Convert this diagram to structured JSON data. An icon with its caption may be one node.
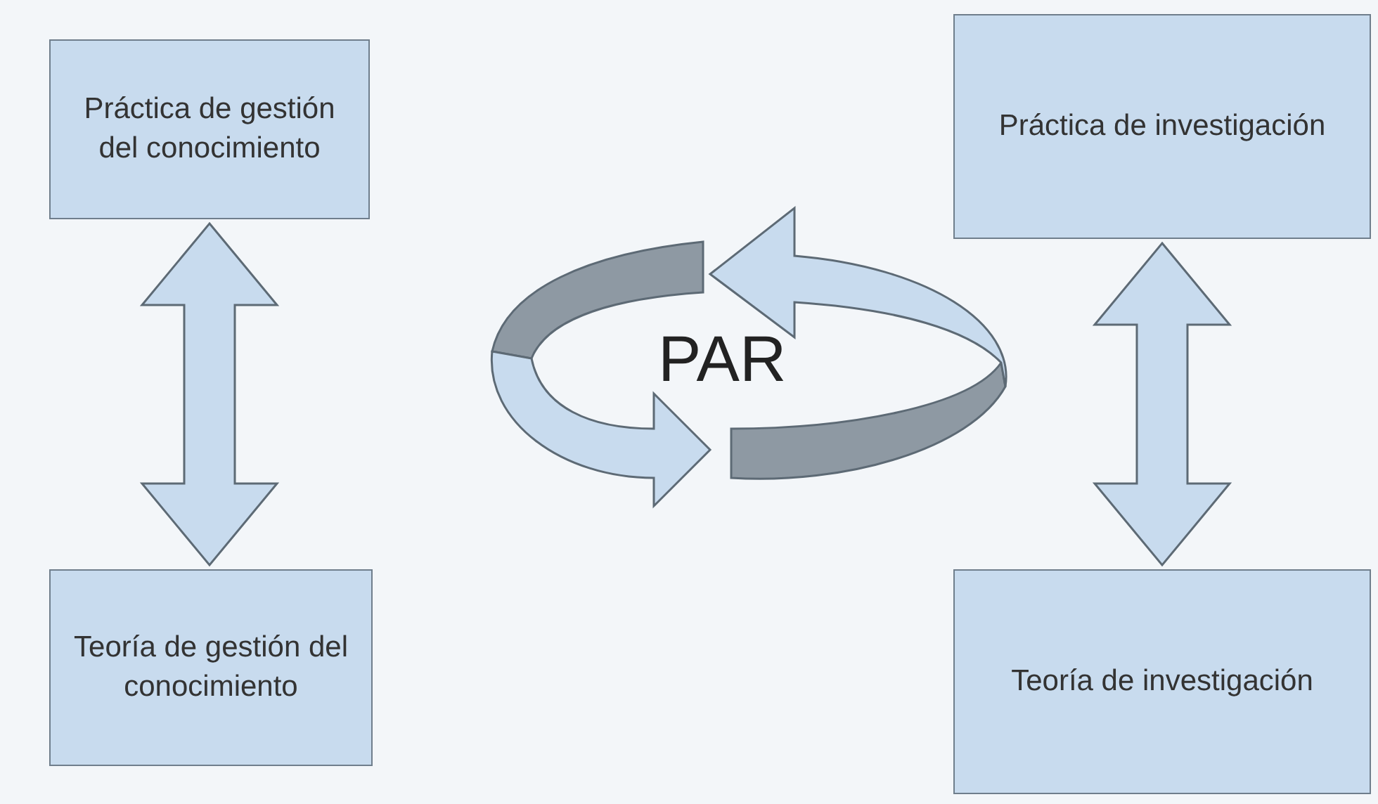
{
  "diagram": {
    "nodes": [
      {
        "text": [
          "Práctica de gestión del conocimiento"
        ]
      },
      {
        "text": [
          "Práctica de investigación"
        ]
      },
      {
        "text": [
          "Teoría de gestión del conocimiento"
        ]
      },
      {
        "text": [
          "Teoría de investigación"
        ]
      }
    ],
    "edges": [
      {
        "from": 0,
        "to": 2,
        "arrow": "both"
      },
      {
        "from": 1,
        "to": 3,
        "arrow": "both"
      }
    ],
    "labels": [
      "PAR"
    ]
  }
}
